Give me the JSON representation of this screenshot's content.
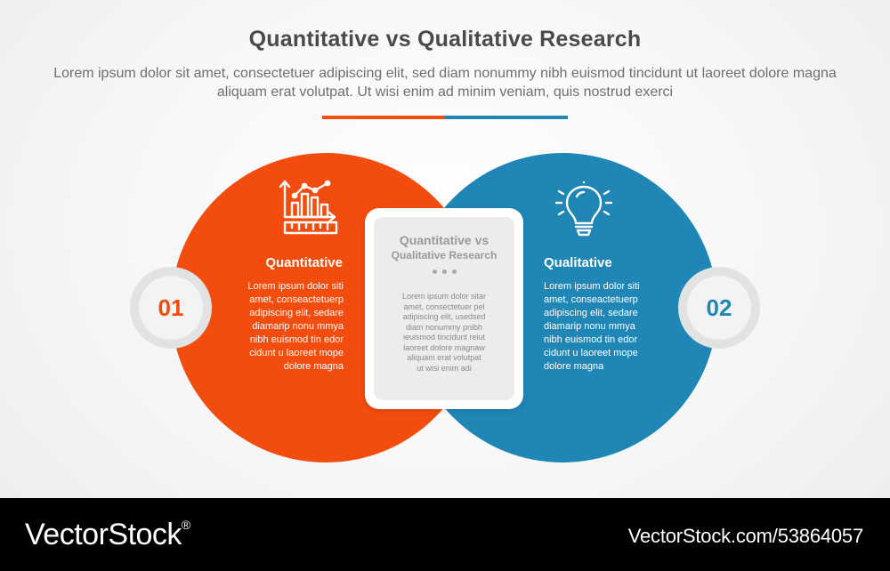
{
  "header": {
    "title": "Quantitative vs Qualitative Research",
    "subtitle": "Lorem ipsum dolor sit amet, consectetuer adipiscing elit, sed diam nonummy nibh euismod tincidunt ut laoreet dolore magna aliquam erat volutpat. Ut wisi enim ad minim veniam, quis nostrud exerci"
  },
  "colors": {
    "left_accent": "#f24c0e",
    "right_accent": "#1f86b6",
    "badge_ring": "#e2e2e2",
    "card_fill": "#ececec"
  },
  "left": {
    "number": "01",
    "heading": "Quantitative",
    "icon": "bar-chart-icon",
    "text": "Lorem ipsum dolor siti\namet, conseactetuerp\nadipiscing elit, sedare\ndiamarip nonu mmya\nnibh euismod tin edor\ncidunt u laoreet mope\ndolore magna"
  },
  "right": {
    "number": "02",
    "heading": "Qualitative",
    "icon": "lightbulb-icon",
    "text": "Lorem ipsum dolor siti\namet, conseactetuerp\nadipiscing elit, sedare\ndiamarip nonu mmya\nnibh euismod tin edor\ncidunt u laoreet mope\ndolore magna"
  },
  "center": {
    "title_line1": "Quantitative vs",
    "title_line2": "Qualitative Research",
    "text": "Lorem ipsum dolor sitar\namet, consectetuer pel\nadipiscing elit, usedsed\ndiam nonummy pnibh\nieuismod tincidunt reiut\nlaoreet dolore magnaw\naliquam erat volutpat\nut wisi enim adi"
  },
  "footer": {
    "brand": "VectorStock",
    "brand_mark": "®",
    "image_id": "VectorStock.com/53864057"
  }
}
